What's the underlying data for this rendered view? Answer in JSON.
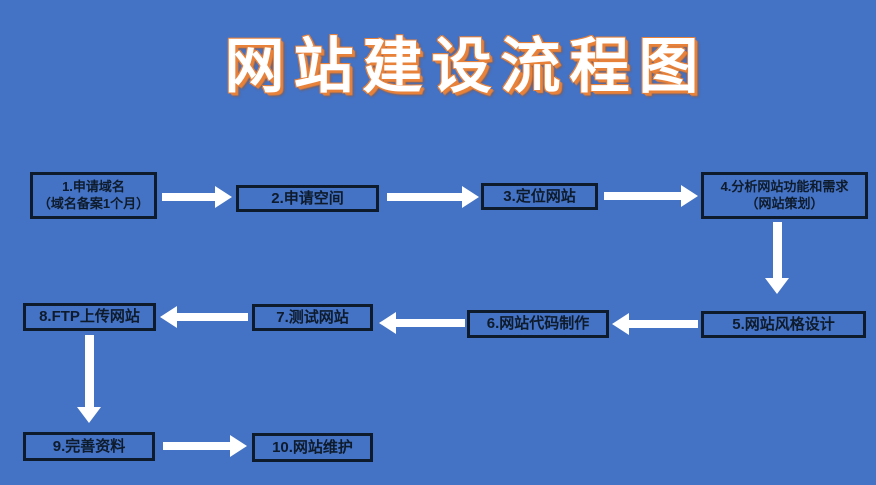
{
  "title": "网站建设流程图",
  "colors": {
    "background": "#4472C4",
    "box_border": "#0E1B2C",
    "box_text": "#0E1B2C",
    "title_fill": "#FFFFFF",
    "title_outline": "#E8823A",
    "arrow": "#FFFFFF"
  },
  "boxes": [
    {
      "line1": "1.申请域名",
      "line2": "（域名备案1个月）"
    },
    {
      "line1": "2.申请空间"
    },
    {
      "line1": "3.定位网站"
    },
    {
      "line1": "4.分析网站功能和需求",
      "line2": "（网站策划）"
    },
    {
      "line1": "5.网站风格设计"
    },
    {
      "line1": "6.网站代码制作"
    },
    {
      "line1": "7.测试网站"
    },
    {
      "line1": "8.FTP上传网站"
    },
    {
      "line1": "9.完善资料"
    },
    {
      "line1": "10.网站维护"
    }
  ],
  "connections": [
    {
      "from": 1,
      "to": 2,
      "direction": "right"
    },
    {
      "from": 2,
      "to": 3,
      "direction": "right"
    },
    {
      "from": 3,
      "to": 4,
      "direction": "right"
    },
    {
      "from": 4,
      "to": 5,
      "direction": "down"
    },
    {
      "from": 5,
      "to": 6,
      "direction": "left"
    },
    {
      "from": 6,
      "to": 7,
      "direction": "left"
    },
    {
      "from": 7,
      "to": 8,
      "direction": "left"
    },
    {
      "from": 8,
      "to": 9,
      "direction": "down"
    },
    {
      "from": 9,
      "to": 10,
      "direction": "right"
    }
  ]
}
